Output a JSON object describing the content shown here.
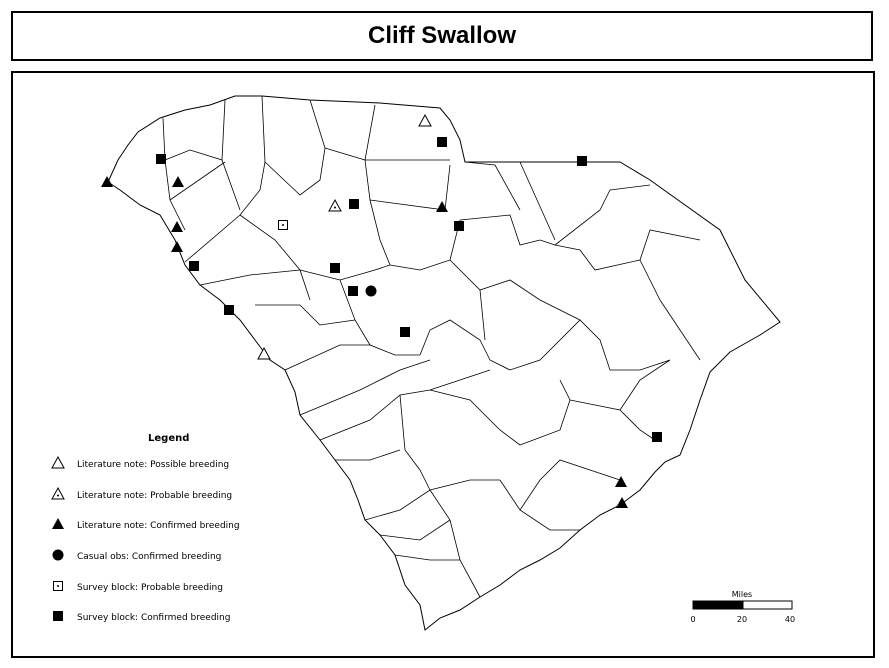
{
  "title": "Cliff Swallow",
  "legend": {
    "title": "Legend",
    "items": [
      {
        "symbol": "open-triangle",
        "label": "Literature note: Possible breeding"
      },
      {
        "symbol": "dotted-triangle",
        "label": "Literature note: Probable breeding"
      },
      {
        "symbol": "filled-triangle",
        "label": "Literature note: Confirmed breeding"
      },
      {
        "symbol": "filled-circle",
        "label": "Casual obs: Confirmed breeding"
      },
      {
        "symbol": "dotted-square",
        "label": "Survey block: Probable breeding"
      },
      {
        "symbol": "filled-square",
        "label": "Survey block: Confirmed breeding"
      }
    ]
  },
  "scale_bar": {
    "title": "Miles",
    "ticks": [
      "0",
      "20",
      "40"
    ]
  }
}
